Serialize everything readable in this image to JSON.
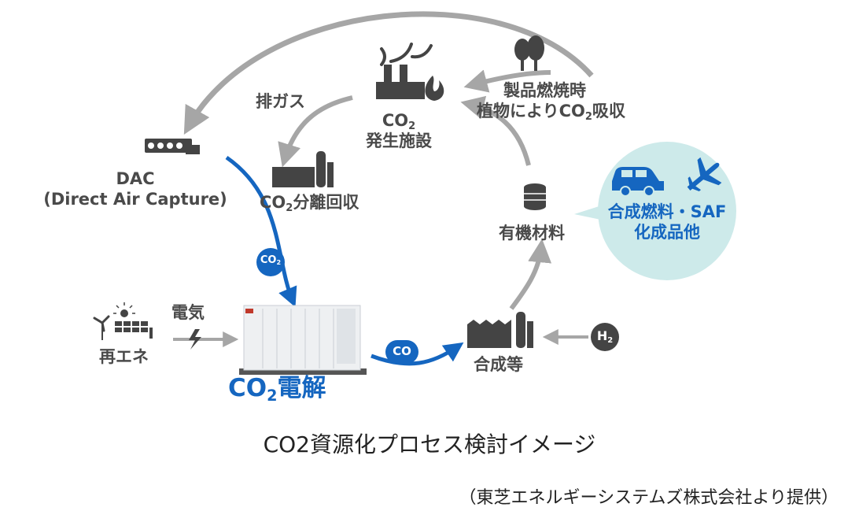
{
  "nodes": {
    "co2_source": {
      "line1_main": "CO",
      "line1_sub": "2",
      "line2": "発生施設"
    },
    "exhaust": "排ガス",
    "product_combustion": {
      "line1": "製品燃焼時",
      "line2_pre": "植物によりCO",
      "line2_sub": "2",
      "line2_post": "吸収"
    },
    "dac": {
      "line1": "DAC",
      "line2": "(Direct Air Capture)"
    },
    "capture": {
      "pre": "CO",
      "sub": "2",
      "post": "分離回収"
    },
    "organic": "有機材料",
    "fuels": {
      "line1": "合成燃料・SAF",
      "line2": "化成品他"
    },
    "renewable": "再エネ",
    "electricity": "電気",
    "electrolysis": {
      "pre": "CO",
      "sub": "2",
      "post": "電解"
    },
    "co_badge": "CO",
    "co2_badge": {
      "pre": "CO",
      "sub": "2"
    },
    "h2_badge": {
      "pre": "H",
      "sub": "2"
    },
    "synthesis": "合成等"
  },
  "caption": "CO2資源化プロセス検討イメージ",
  "credit": "（東芝エネルギーシステムズ株式会社より提供）",
  "colors": {
    "accent_blue": "#1566c0",
    "arrow_gray": "#a6a6a6",
    "icon_dark": "#444444",
    "bubble": "#cdeaea"
  }
}
